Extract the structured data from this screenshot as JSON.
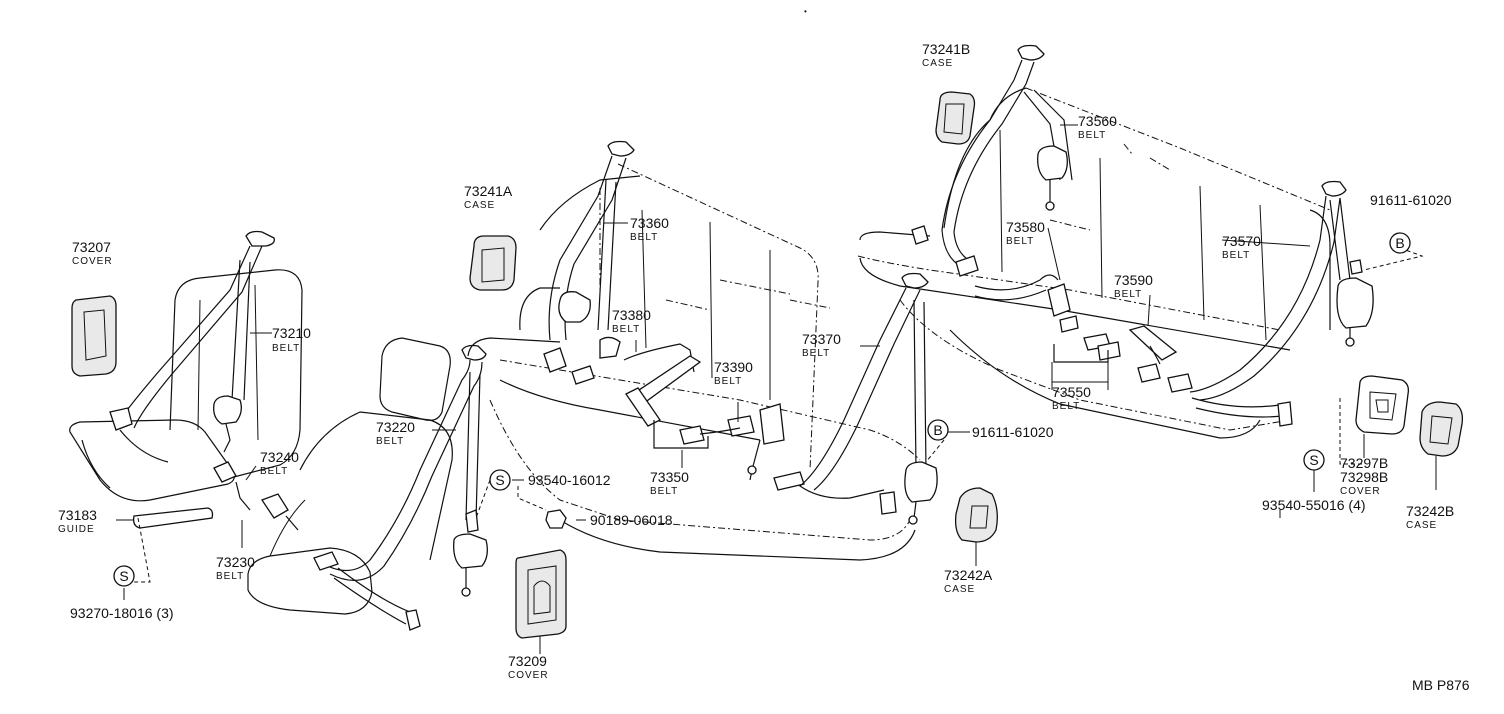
{
  "diagram": {
    "code": "MB P876",
    "dot": "•",
    "parts": [
      {
        "id": "p73207",
        "number": "73207",
        "desc": "COVER"
      },
      {
        "id": "p73210",
        "number": "73210",
        "desc": "BELT"
      },
      {
        "id": "p73240",
        "number": "73240",
        "desc": "BELT"
      },
      {
        "id": "p73183",
        "number": "73183",
        "desc": "GUIDE"
      },
      {
        "id": "p73230",
        "number": "73230",
        "desc": "BELT"
      },
      {
        "id": "p93270",
        "number": "93270-18016 (3)",
        "desc": ""
      },
      {
        "id": "p73220",
        "number": "73220",
        "desc": "BELT"
      },
      {
        "id": "p73241A",
        "number": "73241A",
        "desc": "CASE"
      },
      {
        "id": "p73360",
        "number": "73360",
        "desc": "BELT"
      },
      {
        "id": "p73380",
        "number": "73380",
        "desc": "BELT"
      },
      {
        "id": "p73390",
        "number": "73390",
        "desc": "BELT"
      },
      {
        "id": "p73350",
        "number": "73350",
        "desc": "BELT"
      },
      {
        "id": "p73370",
        "number": "73370",
        "desc": "BELT"
      },
      {
        "id": "p93540a",
        "number": "93540-16012",
        "desc": ""
      },
      {
        "id": "p90189",
        "number": "90189-06018",
        "desc": ""
      },
      {
        "id": "p73209",
        "number": "73209",
        "desc": "COVER"
      },
      {
        "id": "p91611a",
        "number": "91611-61020",
        "desc": ""
      },
      {
        "id": "p73242A",
        "number": "73242A",
        "desc": "CASE"
      },
      {
        "id": "p73241B",
        "number": "73241B",
        "desc": "CASE"
      },
      {
        "id": "p73560",
        "number": "73560",
        "desc": "BELT"
      },
      {
        "id": "p73580",
        "number": "73580",
        "desc": "BELT"
      },
      {
        "id": "p73570",
        "number": "73570",
        "desc": "BELT"
      },
      {
        "id": "p73590",
        "number": "73590",
        "desc": "BELT"
      },
      {
        "id": "p73550",
        "number": "73550",
        "desc": "BELT"
      },
      {
        "id": "p91611b",
        "number": "91611-61020",
        "desc": ""
      },
      {
        "id": "p73297B",
        "number": "73297B",
        "desc": ""
      },
      {
        "id": "p73298B",
        "number": "73298B",
        "desc": "COVER"
      },
      {
        "id": "p93540b",
        "number": "93540-55016 (4)",
        "desc": ""
      },
      {
        "id": "p73242B",
        "number": "73242B",
        "desc": "CASE"
      }
    ],
    "markers": [
      {
        "id": "mS1",
        "letter": "S"
      },
      {
        "id": "mS2",
        "letter": "S"
      },
      {
        "id": "mS3",
        "letter": "S"
      },
      {
        "id": "mB1",
        "letter": "B"
      },
      {
        "id": "mB2",
        "letter": "B"
      }
    ]
  }
}
